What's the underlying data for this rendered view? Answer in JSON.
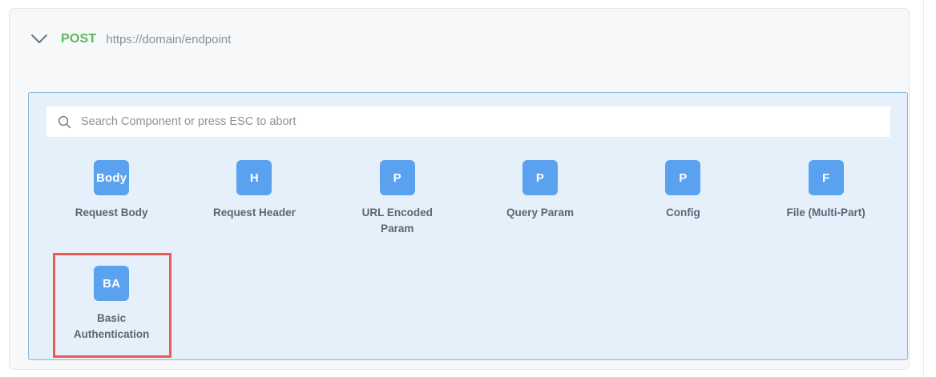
{
  "request": {
    "collapse_icon": "chevron-down-icon",
    "method": "POST",
    "url": "https://domain/endpoint"
  },
  "picker": {
    "search": {
      "icon": "search-icon",
      "value": "",
      "placeholder": "Search Component or press ESC to abort"
    },
    "components": [
      {
        "badge": "Body",
        "label": "Request Body"
      },
      {
        "badge": "H",
        "label": "Request Header"
      },
      {
        "badge": "P",
        "label": "URL Encoded Param"
      },
      {
        "badge": "P",
        "label": "Query Param"
      },
      {
        "badge": "P",
        "label": "Config"
      },
      {
        "badge": "F",
        "label": "File (Multi-Part)"
      },
      {
        "badge": "BA",
        "label": "Basic Authentication"
      }
    ]
  },
  "annotation": {
    "target_label": "Basic Authentication",
    "color": "#ea5c55"
  },
  "colors": {
    "method_green": "#5cb85c",
    "tile_blue": "#5aa2f0",
    "panel_background": "#e6f0fb",
    "panel_border": "#8ab6db",
    "card_background": "#f7f8fa",
    "label_text": "#5c6573",
    "url_text": "#8b8f96"
  }
}
